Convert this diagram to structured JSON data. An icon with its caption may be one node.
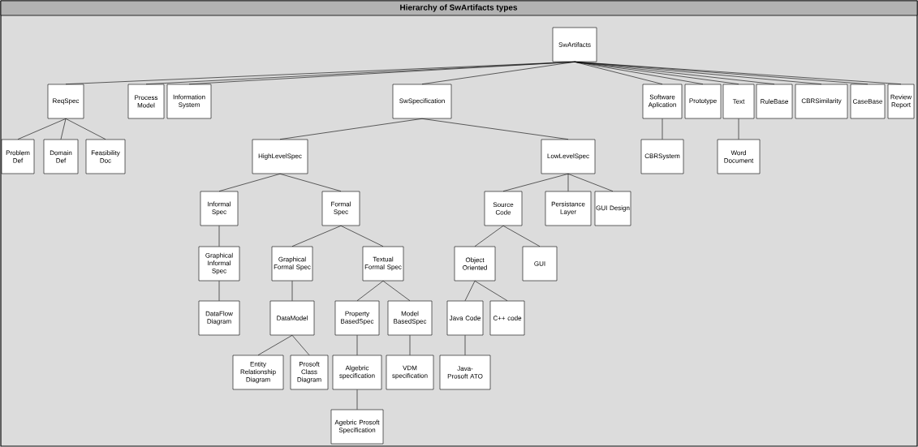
{
  "diagram": {
    "title": "Hierarchy of SwArtifacts types",
    "nodes": [
      {
        "text": [
          "SwArtifacts"
        ]
      },
      {
        "text": [
          "ReqSpec"
        ]
      },
      {
        "text": [
          "Problem Def"
        ]
      },
      {
        "text": [
          "Domain Def"
        ]
      },
      {
        "text": [
          "Feasibility Doc"
        ]
      },
      {
        "text": [
          "Process Model"
        ]
      },
      {
        "text": [
          "Information System"
        ]
      },
      {
        "text": [
          "SwSpecification"
        ]
      },
      {
        "text": [
          "HighLevelSpec"
        ]
      },
      {
        "text": [
          "LowLevelSpec"
        ]
      },
      {
        "text": [
          "Informal Spec"
        ]
      },
      {
        "text": [
          "Formal Spec"
        ]
      },
      {
        "text": [
          "Graphical Informal Spec"
        ]
      },
      {
        "text": [
          "Graphical Formal Spec"
        ]
      },
      {
        "text": [
          "Textual Formal Spec"
        ]
      },
      {
        "text": [
          "DataFlow Diagram"
        ]
      },
      {
        "text": [
          "DataModel"
        ]
      },
      {
        "text": [
          "Property BasedSpec"
        ]
      },
      {
        "text": [
          "Model BasedSpec"
        ]
      },
      {
        "text": [
          "Entity Relationship Diagram"
        ]
      },
      {
        "text": [
          "Prosoft Class Diagram"
        ]
      },
      {
        "text": [
          "Algebric specification"
        ]
      },
      {
        "text": [
          "VDM specification"
        ]
      },
      {
        "text": [
          "Agebric Prosoft Specification"
        ]
      },
      {
        "text": [
          "Source Code"
        ]
      },
      {
        "text": [
          "Persistance Layer"
        ]
      },
      {
        "text": [
          "GUI Design"
        ]
      },
      {
        "text": [
          "Object Oriented"
        ]
      },
      {
        "text": [
          "GUI"
        ]
      },
      {
        "text": [
          "Java Code"
        ]
      },
      {
        "text": [
          "C++ code"
        ]
      },
      {
        "text": [
          "Java-Prosoft ATO"
        ]
      },
      {
        "text": [
          "Software Aplication"
        ]
      },
      {
        "text": [
          "Prototype"
        ]
      },
      {
        "text": [
          "Text"
        ]
      },
      {
        "text": [
          "RuleBase"
        ]
      },
      {
        "text": [
          "CBRSimilarity"
        ]
      },
      {
        "text": [
          "CaseBase"
        ]
      },
      {
        "text": [
          "Review Report"
        ]
      },
      {
        "text": [
          "CBRSystem"
        ]
      },
      {
        "text": [
          "Word Document"
        ]
      }
    ],
    "edges": [
      {
        "from": 0,
        "to": 1,
        "arrow": "none"
      },
      {
        "from": 0,
        "to": 5,
        "arrow": "none"
      },
      {
        "from": 0,
        "to": 6,
        "arrow": "none"
      },
      {
        "from": 0,
        "to": 7,
        "arrow": "none"
      },
      {
        "from": 0,
        "to": 32,
        "arrow": "none"
      },
      {
        "from": 0,
        "to": 33,
        "arrow": "none"
      },
      {
        "from": 0,
        "to": 34,
        "arrow": "none"
      },
      {
        "from": 0,
        "to": 35,
        "arrow": "none"
      },
      {
        "from": 0,
        "to": 36,
        "arrow": "none"
      },
      {
        "from": 0,
        "to": 37,
        "arrow": "none"
      },
      {
        "from": 0,
        "to": 38,
        "arrow": "none"
      },
      {
        "from": 1,
        "to": 2,
        "arrow": "none"
      },
      {
        "from": 1,
        "to": 3,
        "arrow": "none"
      },
      {
        "from": 1,
        "to": 4,
        "arrow": "none"
      },
      {
        "from": 7,
        "to": 8,
        "arrow": "none"
      },
      {
        "from": 7,
        "to": 9,
        "arrow": "none"
      },
      {
        "from": 8,
        "to": 10,
        "arrow": "none"
      },
      {
        "from": 8,
        "to": 11,
        "arrow": "none"
      },
      {
        "from": 10,
        "to": 12,
        "arrow": "none"
      },
      {
        "from": 12,
        "to": 15,
        "arrow": "none"
      },
      {
        "from": 11,
        "to": 13,
        "arrow": "none"
      },
      {
        "from": 11,
        "to": 14,
        "arrow": "none"
      },
      {
        "from": 13,
        "to": 16,
        "arrow": "none"
      },
      {
        "from": 16,
        "to": 19,
        "arrow": "none"
      },
      {
        "from": 16,
        "to": 20,
        "arrow": "none"
      },
      {
        "from": 14,
        "to": 17,
        "arrow": "none"
      },
      {
        "from": 14,
        "to": 18,
        "arrow": "none"
      },
      {
        "from": 17,
        "to": 21,
        "arrow": "none"
      },
      {
        "from": 21,
        "to": 23,
        "arrow": "none"
      },
      {
        "from": 18,
        "to": 22,
        "arrow": "none"
      },
      {
        "from": 9,
        "to": 24,
        "arrow": "none"
      },
      {
        "from": 9,
        "to": 25,
        "arrow": "none"
      },
      {
        "from": 9,
        "to": 26,
        "arrow": "none"
      },
      {
        "from": 24,
        "to": 27,
        "arrow": "none"
      },
      {
        "from": 24,
        "to": 28,
        "arrow": "none"
      },
      {
        "from": 27,
        "to": 29,
        "arrow": "none"
      },
      {
        "from": 27,
        "to": 30,
        "arrow": "none"
      },
      {
        "from": 29,
        "to": 31,
        "arrow": "none"
      },
      {
        "from": 32,
        "to": 39,
        "arrow": "none"
      },
      {
        "from": 34,
        "to": 40,
        "arrow": "none"
      }
    ]
  }
}
